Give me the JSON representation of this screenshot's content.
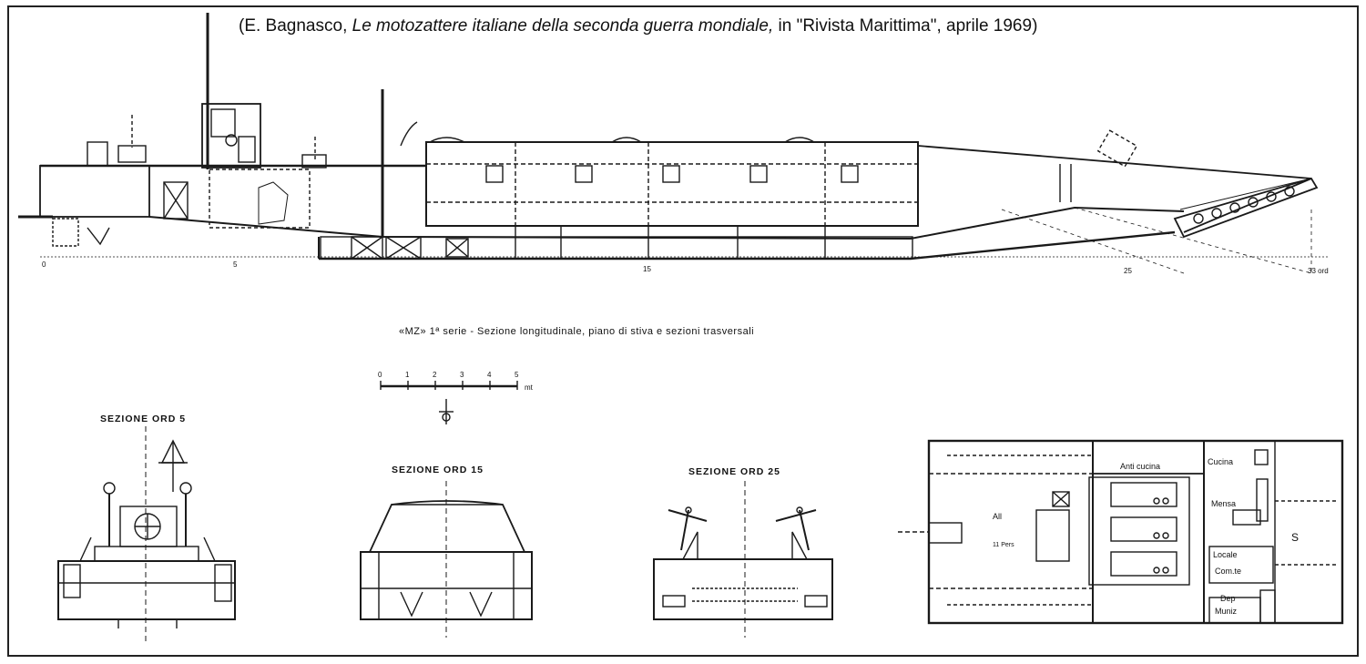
{
  "source": {
    "prefix": "(E. Bagnasco, ",
    "title": "Le motozattere italiane della seconda guerra mondiale,",
    "suffix": " in \"Rivista Marittima\", aprile 1969)"
  },
  "series_caption": "«MZ» 1ª serie - Sezione longitudinale, piano di stiva e sezioni trasversali",
  "profile_ticks": [
    "0",
    "5",
    "15",
    "25",
    "33 ord"
  ],
  "scale": {
    "ticks": [
      "0",
      "1",
      "2",
      "3",
      "4",
      "5"
    ],
    "unit": "mt"
  },
  "sections": {
    "ord5": "SEZIONE ORD 5",
    "ord15": "SEZIONE ORD 15",
    "ord25": "SEZIONE ORD 25"
  },
  "plan_labels": {
    "anticucina": "Anti cucina",
    "cucina": "Cucina",
    "mensa": "Mensa",
    "all": "All",
    "pers": "11 Pers",
    "locale": "Locale",
    "comte": "Com.te",
    "dep": "Dep",
    "muniz": "Muniz",
    "s": "S"
  }
}
